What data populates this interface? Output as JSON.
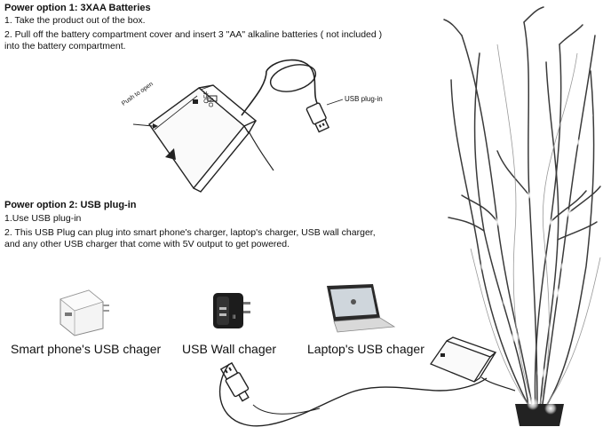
{
  "option1": {
    "heading": "Power option 1: 3XAA Batteries",
    "steps": [
      "1. Take the product out of the box.",
      "2. Pull off the battery compartment cover and insert 3 \"AA\" alkaline batteries ( not included )",
      "into the battery compartment."
    ],
    "diagram": {
      "push_label": "Push to open",
      "switch_off": "OFF",
      "switch_on": "ON",
      "usb_label": "USB plug-in"
    }
  },
  "option2": {
    "heading": "Power option 2: USB plug-in",
    "steps": [
      "1.Use USB plug-in",
      "2. This USB Plug can plug into smart phone's charger, laptop's charger, USB wall charger,",
      "and any other USB charger that come with 5V output to get powered."
    ]
  },
  "chargers": [
    {
      "label": "Smart phone's USB chager"
    },
    {
      "label": "USB Wall chager"
    },
    {
      "label": "Laptop's USB chager"
    }
  ],
  "colors": {
    "text": "#111111",
    "line": "#222222",
    "background": "#ffffff"
  }
}
